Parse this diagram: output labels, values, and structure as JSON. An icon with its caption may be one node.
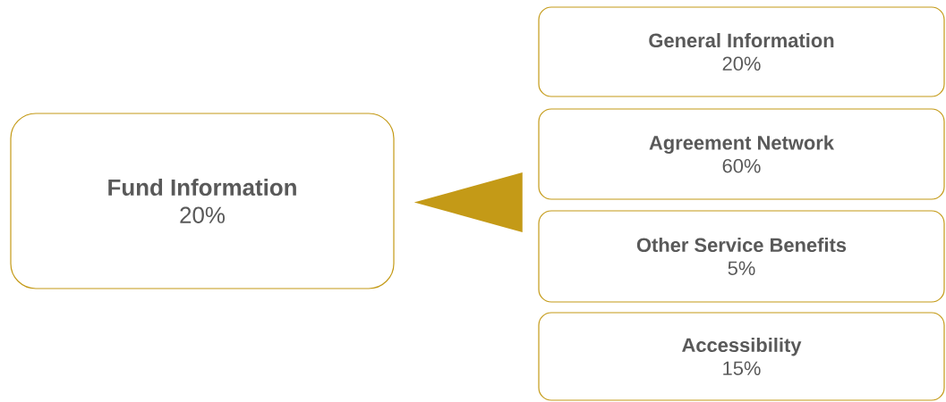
{
  "diagram": {
    "nodes": [
      {
        "text": [
          "Fund Information",
          "20%"
        ]
      },
      {
        "text": [],
        "shape": "triangle"
      },
      {
        "text": [
          "General Information",
          "20%"
        ]
      },
      {
        "text": [
          "Agreement Network",
          "60%"
        ]
      },
      {
        "text": [
          "Other Service Benefits",
          "5%"
        ]
      },
      {
        "text": [
          "Accessibility",
          "15%"
        ]
      }
    ]
  }
}
